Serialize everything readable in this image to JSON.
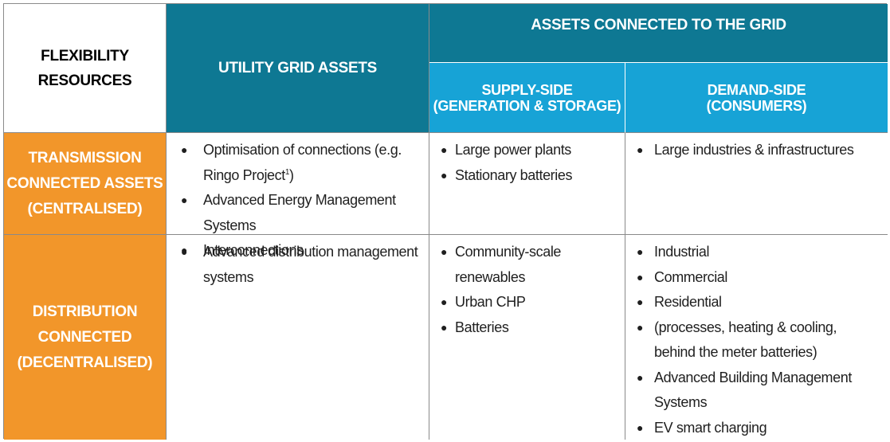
{
  "header": {
    "resources_label": "FLEXIBILITY\nRESOURCES",
    "utility_grid_assets": "UTILITY GRID ASSETS",
    "assets_connected": "ASSETS CONNECTED TO THE GRID",
    "supply_side_line1": "SUPPLY-SIDE",
    "supply_side_line2": "(GENERATION & STORAGE)",
    "demand_side_line1": "DEMAND-SIDE",
    "demand_side_line2": "(CONSUMERS)"
  },
  "rows": [
    {
      "label_lines": [
        "TRANSMISSION",
        "CONNECTED ASSETS",
        "(CENTRALISED)"
      ],
      "utility": [
        {
          "text": "Optimisation of connections (e.g. Ringo Project",
          "sup": "1",
          "after": ")"
        },
        {
          "text": "Advanced Energy Management Systems"
        },
        {
          "text": "Interconnections"
        }
      ],
      "supply": [
        {
          "text": "Large power plants"
        },
        {
          "text": "Stationary batteries"
        }
      ],
      "demand": [
        {
          "text": "Large industries & infrastructures"
        }
      ]
    },
    {
      "label_lines": [
        "DISTRIBUTION",
        "CONNECTED",
        "(DECENTRALISED)"
      ],
      "utility": [
        {
          "text": "Advanced distribution management systems"
        }
      ],
      "supply": [
        {
          "text": "Community-scale renewables"
        },
        {
          "text": "Urban CHP"
        },
        {
          "text": "Batteries"
        }
      ],
      "demand": [
        {
          "text": "Industrial"
        },
        {
          "text": "Commercial"
        },
        {
          "text": "Residential"
        },
        {
          "text": "(processes, heating & cooling, behind the meter batteries)"
        },
        {
          "text": "Advanced Building Management Systems"
        },
        {
          "text": "EV smart charging"
        }
      ]
    }
  ],
  "bullet_glyph": "●",
  "colors": {
    "dark_teal": "#0e7893",
    "light_blue": "#17a3d6",
    "orange": "#f2962a"
  }
}
